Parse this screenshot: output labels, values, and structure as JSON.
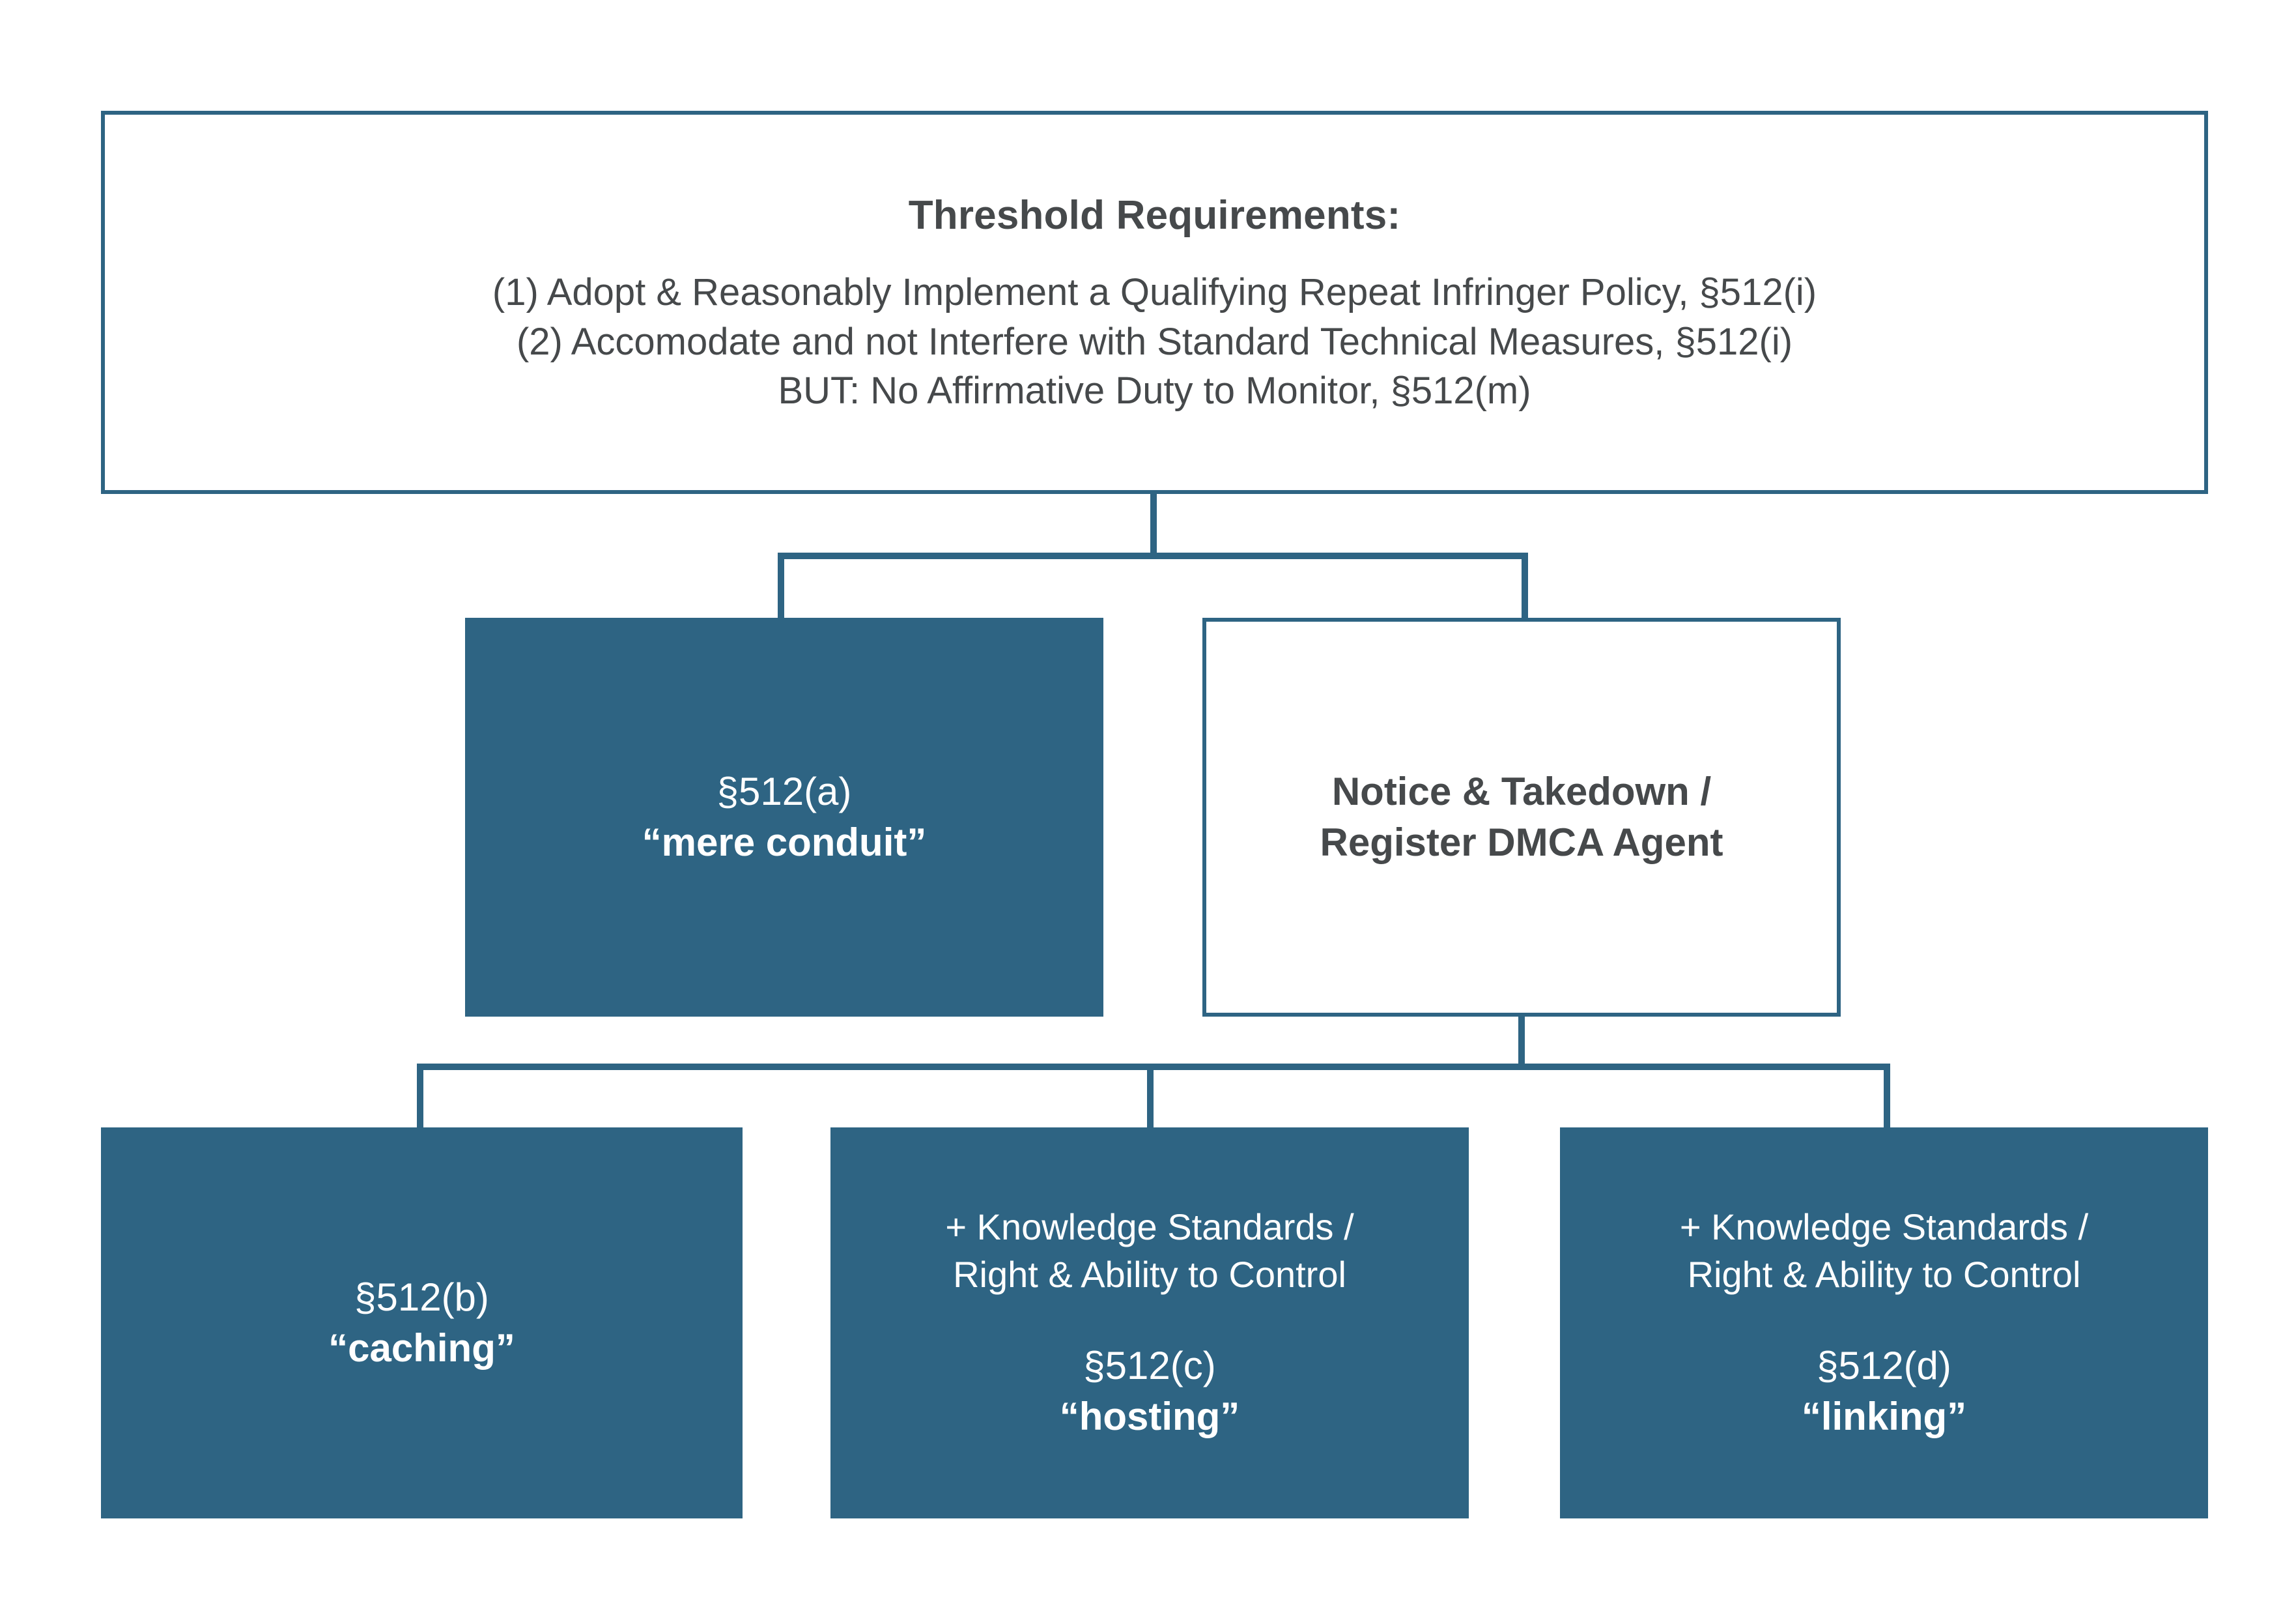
{
  "palette": {
    "accent": "#2E6483",
    "text_dark": "#46494B",
    "text_light": "#FFFFFF",
    "background": "#FFFFFF"
  },
  "diagram": {
    "type": "flowchart",
    "threshold_box": {
      "title": "Threshold Requirements:",
      "lines": [
        "(1) Adopt & Reasonably Implement a Qualifying Repeat Infringer Policy, §512(i)",
        "(2) Accomodate and not Interfere with Standard Technical Measures, §512(i)",
        "BUT: No Affirmative Duty to Monitor, §512(m)"
      ]
    },
    "conduit_box": {
      "section": "§512(a)",
      "nickname": "“mere conduit”"
    },
    "notice_box": {
      "line1": "Notice & Takedown /",
      "line2": "Register DMCA Agent"
    },
    "caching_box": {
      "section": "§512(b)",
      "nickname": "“caching”"
    },
    "hosting_box": {
      "extra_line1": "+ Knowledge Standards /",
      "extra_line2": "Right & Ability to Control",
      "section": "§512(c)",
      "nickname": "“hosting”"
    },
    "linking_box": {
      "extra_line1": "+ Knowledge Standards /",
      "extra_line2": "Right & Ability to Control",
      "section": "§512(d)",
      "nickname": "“linking”"
    }
  }
}
